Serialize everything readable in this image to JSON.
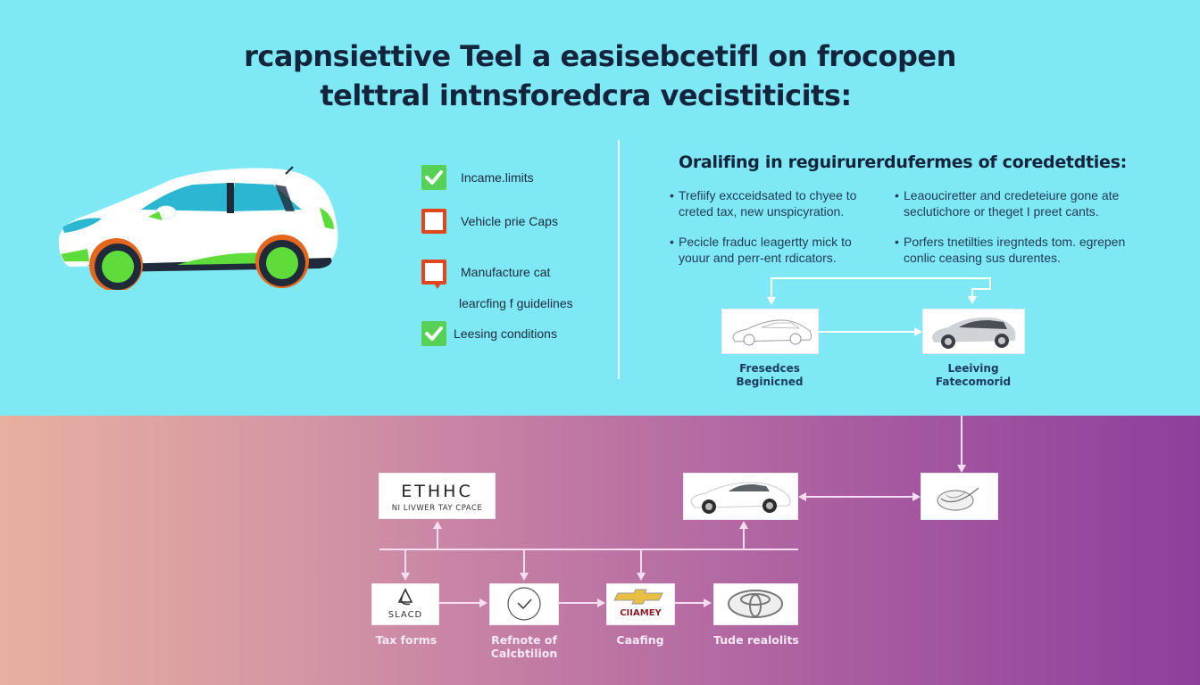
{
  "title": {
    "line1": "rcapnsiettive Teel a easisebcetifl on frocopen",
    "line2": "telttral intnsforedcra vecistiticits:"
  },
  "checklist": {
    "items": [
      {
        "label": "Incame.limits",
        "status": "checked",
        "icon": "check-icon"
      },
      {
        "label": "Vehicle prie Caps",
        "status": "unchecked",
        "icon": "empty-box-icon"
      },
      {
        "label": "Manufacture cat",
        "status": "unchecked",
        "icon": "empty-pin-box-icon"
      },
      {
        "label": "learcfing f guidelines",
        "status": "none",
        "icon": ""
      },
      {
        "label": "Leesing conditions",
        "status": "checked",
        "icon": "check-icon"
      }
    ]
  },
  "requirements": {
    "heading": "Oralifing in reguirurerdufermes of coredetdties:",
    "bullets": [
      {
        "line1": "Trefiify excceidsated to chyee to",
        "line2": "creted tax, new unspicyration."
      },
      {
        "line1": "Leaouciretter and credeteiure gone ate",
        "line2": "seclutichore or theget I preet cants."
      },
      {
        "line1": "Pecicle fraduc leagertty mick to",
        "line2": "youur and perr-ent rdicators."
      },
      {
        "line1": "Porfers tnetilties iregnteds tom. egrepen",
        "line2": "conlic ceasing sus durentes."
      }
    ]
  },
  "top_flow": {
    "nodes": [
      {
        "label_line1": "Fresedces",
        "label_line2": "Beginicned",
        "image": "sedan-outline-icon"
      },
      {
        "label_line1": "Leeiving",
        "label_line2": "Fatecomorid",
        "image": "hatchback-photo-icon"
      }
    ]
  },
  "bottom_flow": {
    "header_box": {
      "title": "ETHHC",
      "subtitle": "NI LIVWER TAY CPACE"
    },
    "car_box": {
      "image": "white-sedan-icon"
    },
    "logo_box": {
      "image": "swoosh-logo-icon"
    },
    "steps": [
      {
        "label_line1": "Tax forms",
        "label_line2": "",
        "logo_text": "SLACD",
        "image": "triangle-logo-icon"
      },
      {
        "label_line1": "Refnote of",
        "label_line2": "Calcbtilion",
        "logo_text": "",
        "image": "checkmark-circle-icon"
      },
      {
        "label_line1": "Caafing",
        "label_line2": "",
        "logo_text": "CIIAMEY",
        "image": "bowtie-logo-icon"
      },
      {
        "label_line1": "Tude realolits",
        "label_line2": "",
        "logo_text": "",
        "image": "oval-emblem-icon"
      }
    ]
  },
  "colors": {
    "top_bg": "#7ee8f4",
    "bottom_gradient_start": "#e8b0a0",
    "bottom_gradient_end": "#8d3f9c",
    "title_text": "#13243c",
    "check_green": "#56d156",
    "box_red": "#e2461f",
    "car_green": "#5ddc3a",
    "car_orange": "#e5661d"
  }
}
